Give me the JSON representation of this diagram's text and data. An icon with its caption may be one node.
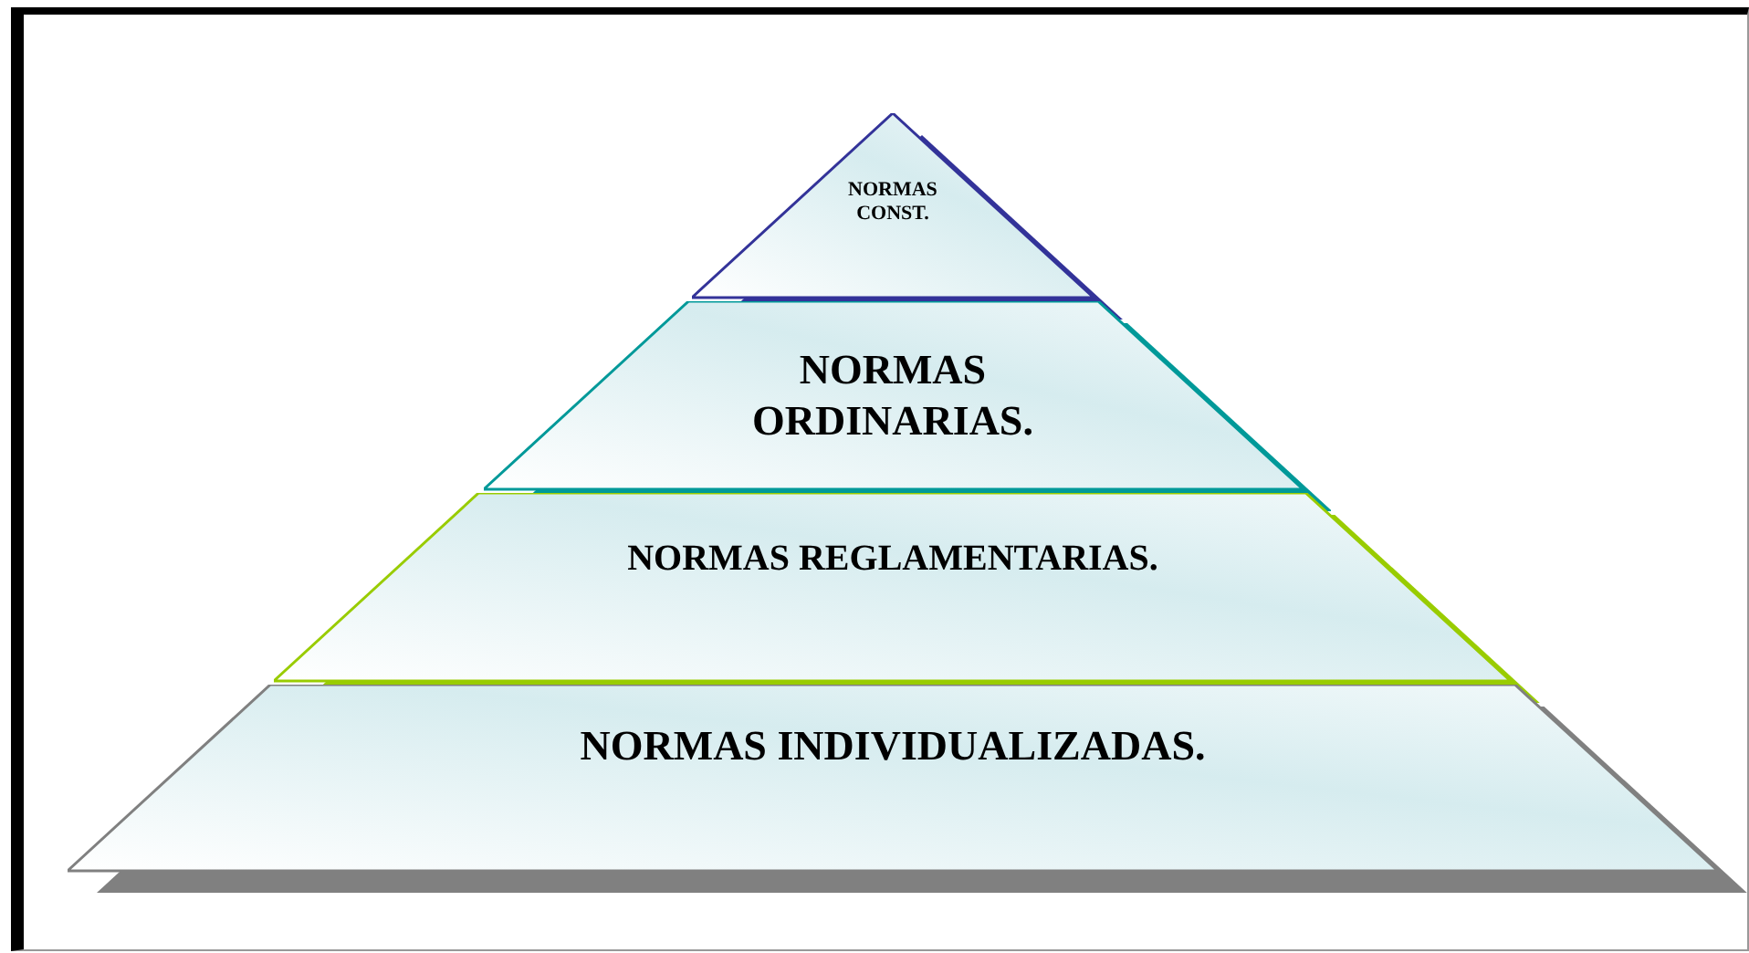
{
  "diagram": {
    "nodes": [
      {
        "text": [
          "NORMAS CONST."
        ]
      },
      {
        "text": [
          "NORMAS ORDINARIAS."
        ]
      },
      {
        "text": [
          "NORMAS REGLAMENTARIAS."
        ]
      },
      {
        "text": [
          "NORMAS INDIVIDUALIZADAS."
        ]
      }
    ]
  }
}
